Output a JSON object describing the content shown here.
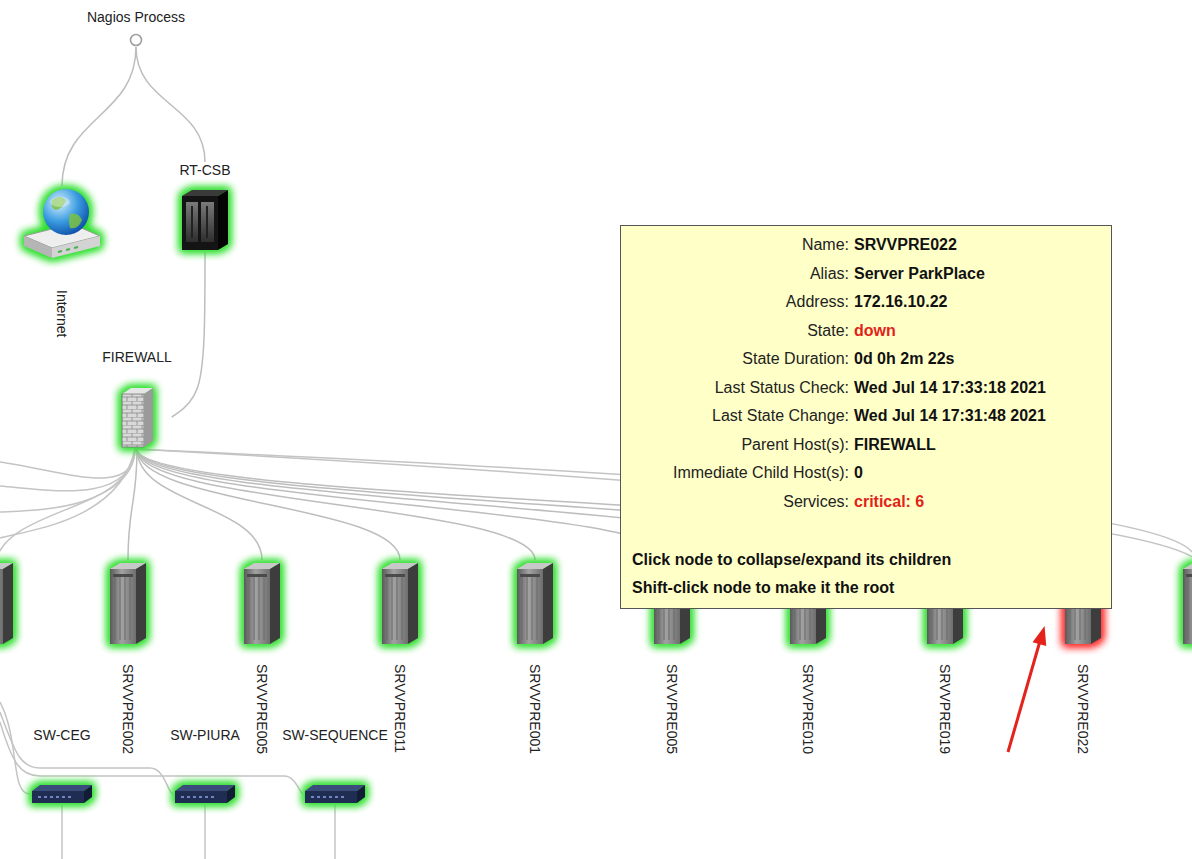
{
  "diagram": {
    "nodes": [
      {
        "text": [
          "Nagios Process"
        ]
      },
      {
        "text": [
          "Internet"
        ]
      },
      {
        "text": [
          "RT-CSB"
        ]
      },
      {
        "text": [
          "Name:",
          "SRVVPRE022",
          "Alias:",
          "Server ParkPlace",
          "Address:",
          "172.16.10.22",
          "State:",
          "down",
          "State Duration:",
          "0d 0h 2m 22s",
          "Last Status Check:",
          "Wed Jul 14 17:33:18 2021",
          "Last State Change:",
          "Wed Jul 14 17:31:48 2021",
          "Parent Host(s):",
          "FIREWALL",
          "Immediate Child Host(s):",
          "0",
          "Services:",
          "critical: 6",
          "Click node to collapse/expand its children",
          "Shift-click node to make it the root"
        ]
      },
      {
        "text": [
          "FIREWALL"
        ]
      },
      {
        "text": [
          "SRVVPRE002"
        ]
      },
      {
        "text": [
          "SRVVPRE005"
        ]
      },
      {
        "text": [
          "SRVVPRE011"
        ]
      },
      {
        "text": [
          "SRVVPRE001"
        ]
      },
      {
        "text": [
          "SRVVPRE005"
        ]
      },
      {
        "text": [
          "SRVVPRE010"
        ]
      },
      {
        "text": [
          "SRVVPRE019"
        ]
      },
      {
        "text": [
          "SRVVPRE022"
        ]
      },
      {
        "text": [
          "SW-CEG"
        ]
      },
      {
        "text": [
          "SW-PIURA"
        ]
      },
      {
        "text": [
          "SW-SEQUENCE"
        ]
      }
    ],
    "edges": [
      {
        "from": 0,
        "to": 1,
        "arrow": "none"
      },
      {
        "from": 0,
        "to": 2,
        "arrow": "none"
      },
      {
        "from": 2,
        "to": 4,
        "arrow": "none"
      },
      {
        "from": 4,
        "to": 5,
        "arrow": "none"
      },
      {
        "from": 4,
        "to": 6,
        "arrow": "none"
      },
      {
        "from": 4,
        "to": 7,
        "arrow": "none"
      },
      {
        "from": 4,
        "to": 8,
        "arrow": "none"
      },
      {
        "from": 4,
        "to": 9,
        "arrow": "none"
      },
      {
        "from": 4,
        "to": 10,
        "arrow": "none"
      },
      {
        "from": 4,
        "to": 11,
        "arrow": "none"
      },
      {
        "from": 4,
        "to": 12,
        "arrow": "none"
      }
    ]
  }
}
